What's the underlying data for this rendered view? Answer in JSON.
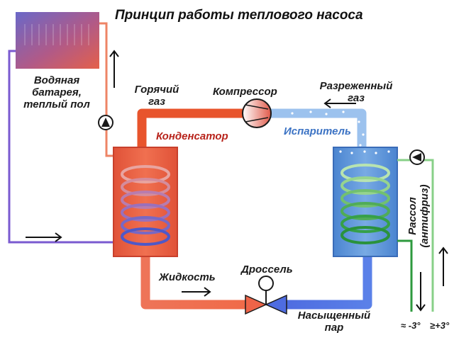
{
  "title": "Принцип работы теплового насоса",
  "labels": {
    "radiator": [
      "Водяная",
      "батарея,",
      "теплый пол"
    ],
    "hot_gas": [
      "Горячий",
      "газ"
    ],
    "compressor": "Компрессор",
    "rarefied_gas": [
      "Разреженный",
      "газ"
    ],
    "condenser": "Конденсатор",
    "evaporator": "Испаритель",
    "brine": [
      "Рассол",
      "(антифриз)"
    ],
    "liquid": "Жидкость",
    "throttle": "Дроссель",
    "saturated_vapor": [
      "Насыщенный",
      "пар"
    ],
    "temp_out": "≈ -3°",
    "temp_in": "≥+3°"
  },
  "colors": {
    "hot_pipe": "#e8542c",
    "warm_pipe": "#ee7a58",
    "cold_pipe": "#9cc2ee",
    "cool_pipe": "#4e72e0",
    "water_loop": "#7a5ad0",
    "brine_pipe": "#88d088",
    "brine_dark": "#2e9a3e",
    "condenser_body": "#e46040",
    "evaporator_body": "#5e94d8",
    "heading": "#111111",
    "condenser_text": "#b8241c",
    "evaporator_text": "#3c73c4"
  },
  "icons": [
    "circulation-pump-icon",
    "compressor-icon",
    "throttle-valve-icon",
    "flow-arrow-icon"
  ]
}
